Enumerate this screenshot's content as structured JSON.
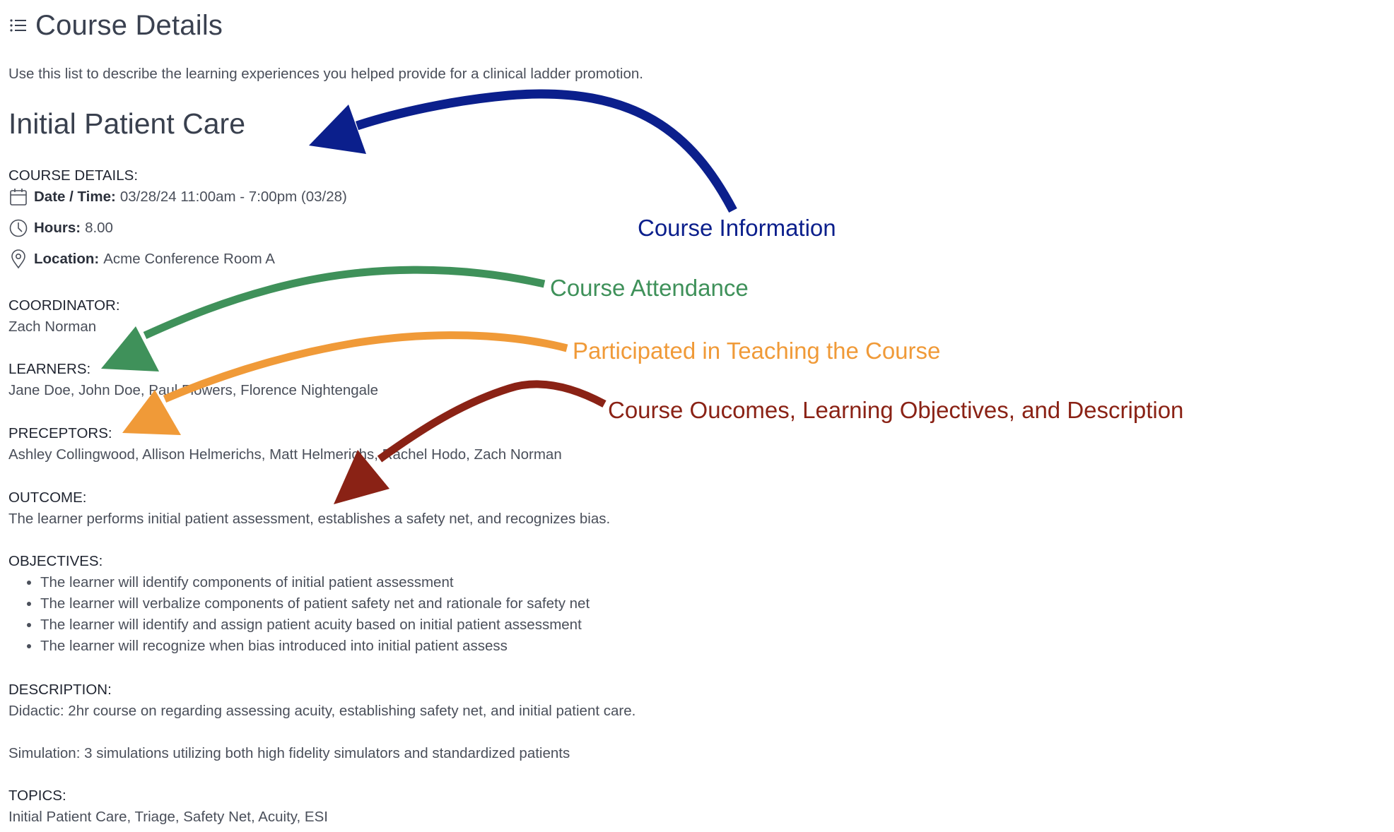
{
  "header": {
    "title": "Course Details",
    "intro": "Use this list to describe the learning experiences you helped provide for a clinical ladder promotion."
  },
  "course": {
    "title": "Initial Patient Care",
    "details_label": "COURSE DETAILS:",
    "date_key": "Date / Time:",
    "date_value": "03/28/24 11:00am - 7:00pm (03/28)",
    "hours_key": "Hours:",
    "hours_value": "8.00",
    "location_key": "Location:",
    "location_value": "Acme Conference Room A",
    "coordinator_label": "COORDINATOR:",
    "coordinator_value": "Zach Norman",
    "learners_label": "LEARNERS:",
    "learners_value": "Jane Doe, John Doe, Paul Flowers, Florence Nightengale",
    "preceptors_label": "PRECEPTORS:",
    "preceptors_value": "Ashley Collingwood, Allison Helmerichs, Matt Helmerichs, Rachel Hodo, Zach Norman",
    "outcome_label": "OUTCOME:",
    "outcome_value": "The learner performs initial patient assessment, establishes a safety net, and recognizes bias.",
    "objectives_label": "OBJECTIVES:",
    "objectives": [
      "The learner will identify components of initial patient assessment",
      "The learner will verbalize components of patient safety net and rationale for safety net",
      "The learner will identify and assign patient acuity based on initial patient assessment",
      "The learner will recognize when bias introduced into initial patient assess"
    ],
    "description_label": "DESCRIPTION:",
    "description_1": "Didactic: 2hr course on regarding assessing acuity, establishing safety net, and initial patient care.",
    "description_2": "Simulation: 3 simulations utilizing both high fidelity simulators and standardized patients",
    "topics_label": "TOPICS:",
    "topics_value": "Initial Patient Care, Triage, Safety Net, Acuity, ESI"
  },
  "annotations": {
    "course_information": "Course Information",
    "course_attendance": "Course Attendance",
    "teaching": "Participated in Teaching the Course",
    "outcomes": "Course Oucomes, Learning Objectives, and  Description"
  },
  "colors": {
    "course_information": "#0b1f8c",
    "course_attendance": "#3f915a",
    "teaching": "#f09a38",
    "outcomes": "#8a2215"
  },
  "icons": [
    "list-icon",
    "calendar-icon",
    "clock-icon",
    "location-pin-icon"
  ]
}
